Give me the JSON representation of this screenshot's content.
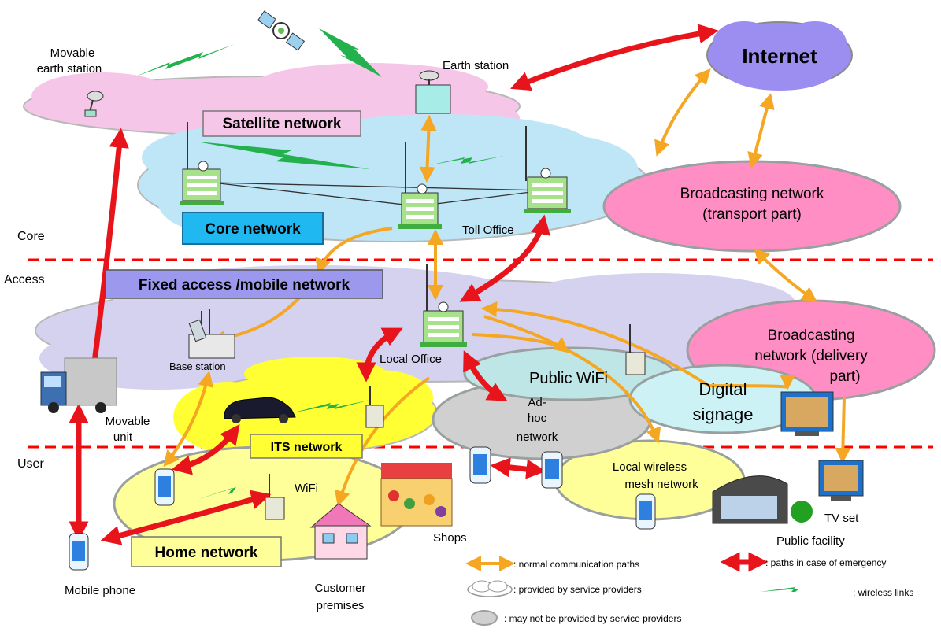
{
  "tiers": {
    "core": "Core",
    "access": "Access",
    "user": "User"
  },
  "networks": {
    "internet": "Internet",
    "satellite": "Satellite network",
    "core": "Core network",
    "fixed_access": "Fixed access /mobile network",
    "its": "ITS network",
    "home": "Home network",
    "broadcast_transport_1": "Broadcasting network",
    "broadcast_transport_2": "(transport part)",
    "broadcast_delivery_1": "Broadcasting",
    "broadcast_delivery_2": "network (delivery",
    "broadcast_delivery_3": "part)",
    "public_wifi": "Public WiFi",
    "digital_signage_1": "Digital",
    "digital_signage_2": "signage",
    "adhoc_1": "Ad-",
    "adhoc_2": "hoc",
    "adhoc_3": "network",
    "mesh_1": "Local wireless",
    "mesh_2": "mesh network"
  },
  "nodes": {
    "movable_earth_station_1": "Movable",
    "movable_earth_station_2": "earth station",
    "earth_station": "Earth station",
    "toll_office": "Toll Office",
    "local_office": "Local Office",
    "base_station": "Base station",
    "movable_unit_1": "Movable",
    "movable_unit_2": "unit",
    "wifi": "WiFi",
    "shops": "Shops",
    "customer_premises_1": "Customer",
    "customer_premises_2": "premises",
    "mobile_phone": "Mobile phone",
    "tv_set": "TV set",
    "public_facility": "Public facility"
  },
  "legend": {
    "normal_paths": ": normal communication paths",
    "emergency_paths": ": paths in case of emergency",
    "provided": ": provided by service providers",
    "wireless": ": wireless links",
    "not_provided": ": may not be provided by service providers"
  },
  "colors": {
    "normal_path": "#f5a623",
    "emergency_path": "#e8141b",
    "wireless": "#22b14c",
    "tier_divider": "#ff0000",
    "satellite_cloud": "#f6c6e8",
    "core_cloud": "#bfe6f7",
    "access_cloud": "#d4d2ee",
    "its_cloud": "#ffff33",
    "internet_cloud": "#9b8ef0",
    "broadcast": "#ff8ec4",
    "home": "#ffff99",
    "gray_ellipse": "#d0d0d0",
    "public_wifi": "#bfe6e6"
  }
}
